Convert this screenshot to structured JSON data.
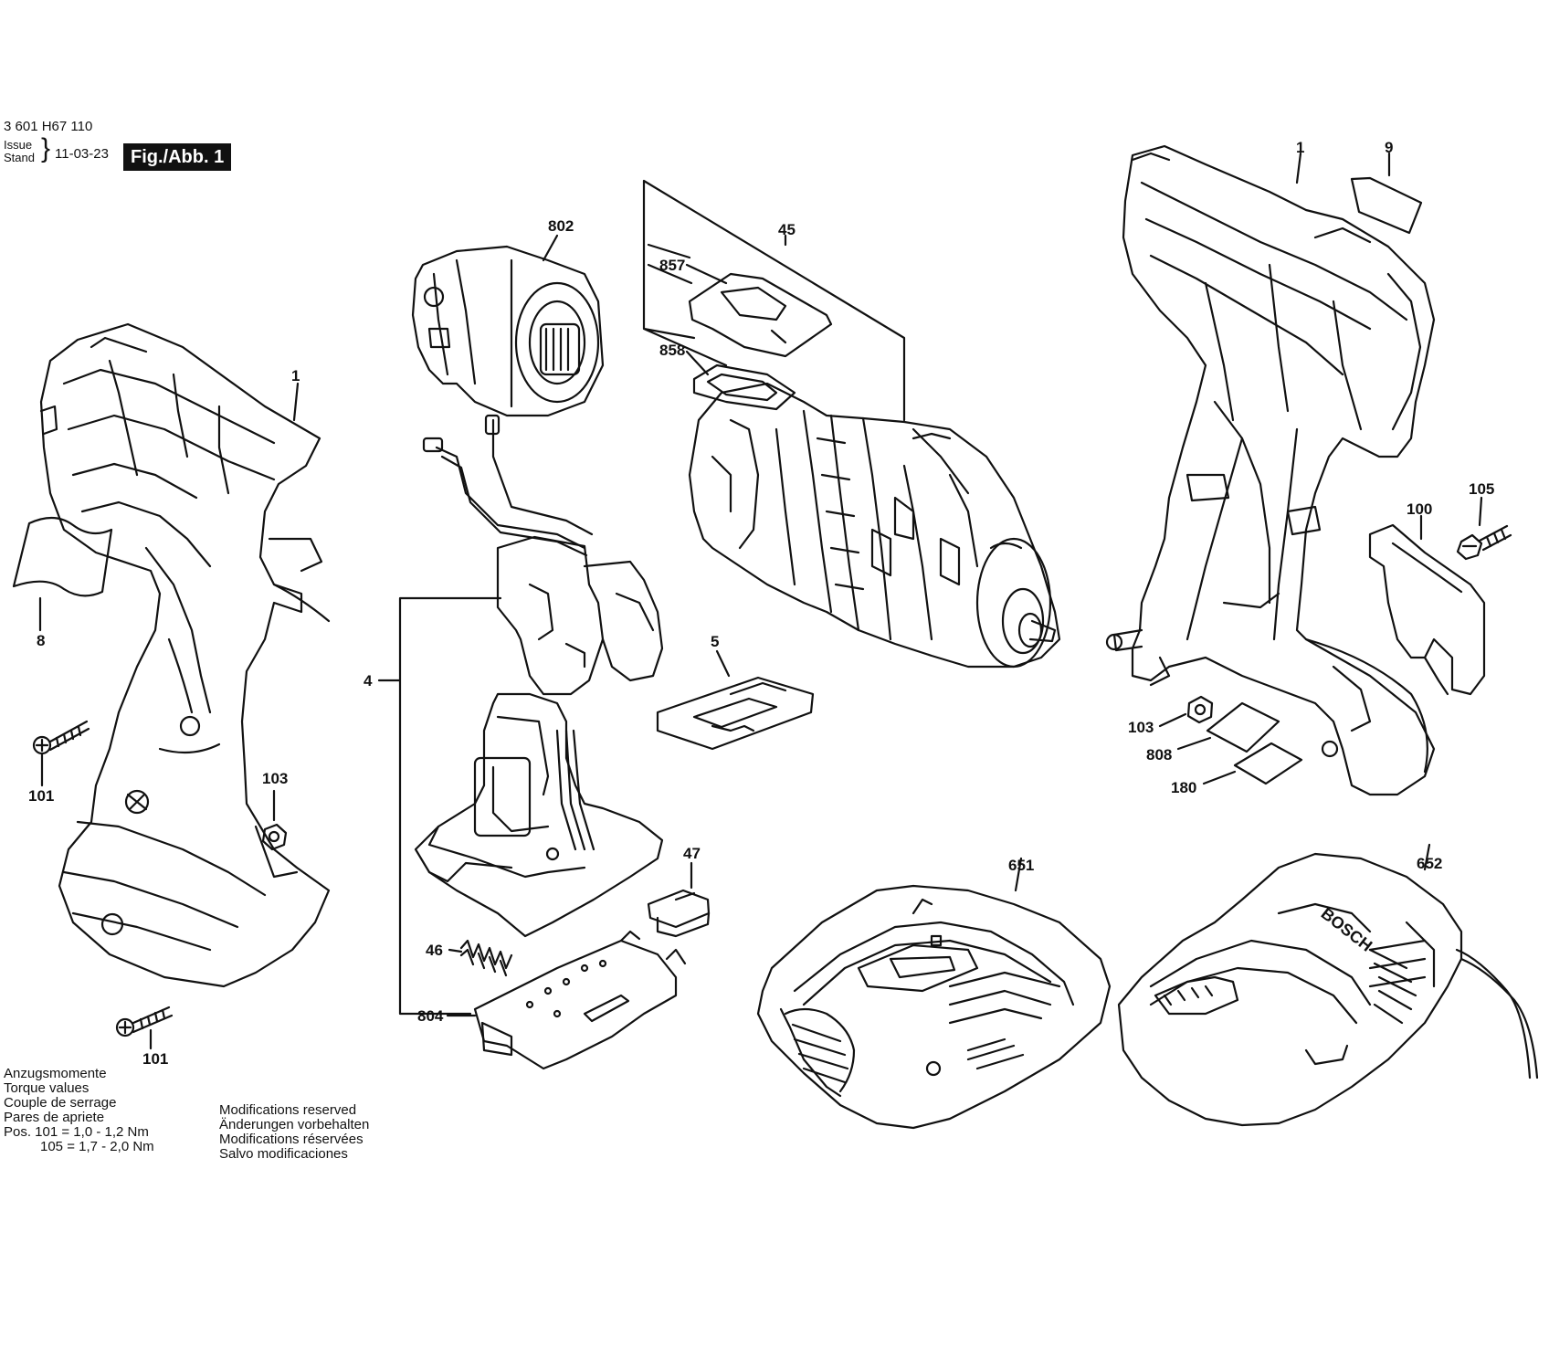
{
  "header": {
    "number": "3 601 H67 110",
    "issue_label_1": "Issue",
    "issue_label_2": "Stand",
    "date": "11-03-23",
    "fig_label": "Fig./Abb. 1"
  },
  "part_labels": {
    "p802": "802",
    "p45": "45",
    "p857": "857",
    "p858": "858",
    "p1_left": "1",
    "p8": "8",
    "p4": "4",
    "p5": "5",
    "p101_top": "101",
    "p103_left": "103",
    "p101_bottom": "101",
    "p47": "47",
    "p46": "46",
    "p804": "804",
    "p1_right": "1",
    "p9": "9",
    "p105": "105",
    "p100": "100",
    "p103_right": "103",
    "p808": "808",
    "p180": "180",
    "p651": "651",
    "p652": "652"
  },
  "torque_note": {
    "line1": "Anzugsmomente",
    "line2": "Torque values",
    "line3": "Couple de serrage",
    "line4": "Pares de apriete",
    "line5": "Pos.  101 =  1,0 - 1,2 Nm",
    "line6": "105 =  1,7 - 2,0 Nm"
  },
  "modifications_note": {
    "line1": "Modifications reserved",
    "line2": "Änderungen vorbehalten",
    "line3": "Modifications réservées",
    "line4": "Salvo modificaciones"
  },
  "charger_brand": "BOSCH",
  "colors": {
    "ink": "#111111",
    "paper": "#ffffff",
    "fig_bg": "#111111"
  }
}
